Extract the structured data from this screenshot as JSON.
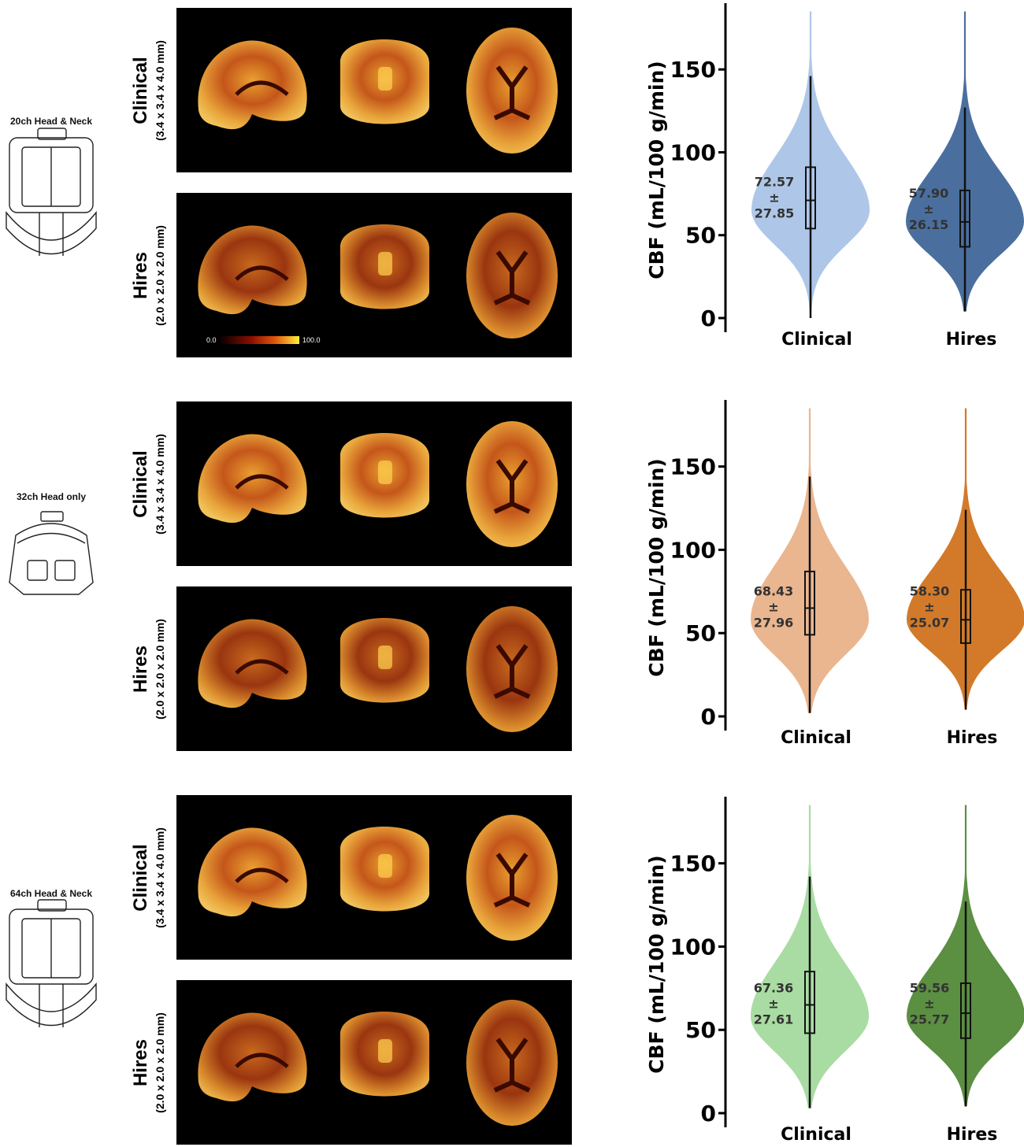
{
  "panels": [
    {
      "coil": "20ch Head & Neck",
      "rows": [
        {
          "title": "Clinical",
          "subtitle": "(3.4 x 3.4 x 4.0 mm)"
        },
        {
          "title": "Hires",
          "subtitle": "(2.0 x 2.0 x 2.0 mm)"
        }
      ]
    },
    {
      "coil": "32ch Head only",
      "rows": [
        {
          "title": "Clinical",
          "subtitle": "(3.4 x 3.4 x 4.0 mm)"
        },
        {
          "title": "Hires",
          "subtitle": "(2.0 x 2.0 x 2.0 mm)"
        }
      ]
    },
    {
      "coil": "64ch Head & Neck",
      "rows": [
        {
          "title": "Clinical",
          "subtitle": "(3.4 x 3.4 x 4.0 mm)"
        },
        {
          "title": "Hires",
          "subtitle": "(2.0 x 2.0 x 2.0 mm)"
        }
      ]
    }
  ],
  "colorbar": {
    "min_label": "0.0",
    "max_label": "100.0"
  },
  "chart_data": [
    {
      "type": "violin",
      "ylabel": "CBF (mL/100 g/min)",
      "ylim": [
        0,
        190
      ],
      "yticks": [
        0,
        50,
        100,
        150
      ],
      "categories": [
        "Clinical",
        "Hires"
      ],
      "series": [
        {
          "category": "Clinical",
          "color": "#aec7e8",
          "mean": 72.57,
          "sd": 27.85,
          "mean_label": "72.57",
          "pm_label": "±",
          "sd_label": "27.85",
          "min": 0,
          "q1": 54,
          "median": 71,
          "q3": 91,
          "whisker_high": 146,
          "max": 185,
          "mode": 65
        },
        {
          "category": "Hires",
          "color": "#4a6f9e",
          "mean": 57.9,
          "sd": 26.15,
          "mean_label": "57.90",
          "pm_label": "±",
          "sd_label": "26.15",
          "min": 4,
          "q1": 43,
          "median": 58,
          "q3": 77,
          "whisker_high": 127,
          "max": 185,
          "mode": 58
        }
      ]
    },
    {
      "type": "violin",
      "ylabel": "CBF (mL/100 g/min)",
      "ylim": [
        0,
        190
      ],
      "yticks": [
        0,
        50,
        100,
        150
      ],
      "categories": [
        "Clinical",
        "Hires"
      ],
      "series": [
        {
          "category": "Clinical",
          "color": "#e9b690",
          "mean": 68.43,
          "sd": 27.96,
          "mean_label": "68.43",
          "pm_label": "±",
          "sd_label": "27.96",
          "min": 2,
          "q1": 49,
          "median": 65,
          "q3": 87,
          "whisker_high": 144,
          "max": 185,
          "mode": 58
        },
        {
          "category": "Hires",
          "color": "#d27a2a",
          "mean": 58.3,
          "sd": 25.07,
          "mean_label": "58.30",
          "pm_label": "±",
          "sd_label": "25.07",
          "min": 4,
          "q1": 44,
          "median": 58,
          "q3": 76,
          "whisker_high": 124,
          "max": 185,
          "mode": 58
        }
      ]
    },
    {
      "type": "violin",
      "ylabel": "CBF (mL/100 g/min)",
      "ylim": [
        0,
        190
      ],
      "yticks": [
        0,
        50,
        100,
        150
      ],
      "categories": [
        "Clinical",
        "Hires"
      ],
      "series": [
        {
          "category": "Clinical",
          "color": "#a9dca2",
          "mean": 67.36,
          "sd": 27.61,
          "mean_label": "67.36",
          "pm_label": "±",
          "sd_label": "27.61",
          "min": 3,
          "q1": 48,
          "median": 65,
          "q3": 85,
          "whisker_high": 142,
          "max": 185,
          "mode": 58
        },
        {
          "category": "Hires",
          "color": "#5b8f42",
          "mean": 59.56,
          "sd": 25.77,
          "mean_label": "59.56",
          "pm_label": "±",
          "sd_label": "25.77",
          "min": 4,
          "q1": 45,
          "median": 60,
          "q3": 78,
          "whisker_high": 127,
          "max": 185,
          "mode": 58
        }
      ]
    }
  ]
}
